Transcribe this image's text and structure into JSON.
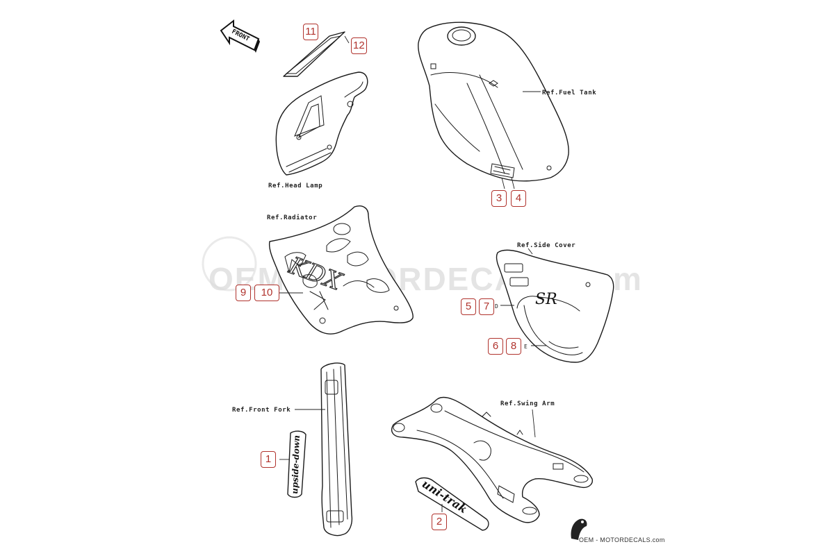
{
  "diagram": {
    "front_label": "FRONT",
    "refs": {
      "head_lamp": "Ref.Head Lamp",
      "fuel_tank": "Ref.Fuel Tank",
      "radiator": "Ref.Radiator",
      "side_cover": "Ref.Side Cover",
      "front_fork": "Ref.Front Fork",
      "swing_arm": "Ref.Swing Arm"
    },
    "decals": {
      "fork": "upside-down",
      "swing_arm": "uni-trak",
      "side_cover": "SR",
      "radiator": "KDX"
    },
    "callouts": [
      "11",
      "12",
      "3",
      "4",
      "9",
      "10",
      "5",
      "7",
      "6",
      "8",
      "1",
      "2"
    ],
    "letters": {
      "d": "D",
      "e": "E"
    },
    "watermark": "OEM-MOTORDECALS.com",
    "footer": "OEM - MOTORDECALS.com"
  },
  "colors": {
    "accent": "#b0322c",
    "line": "#1a1a1a",
    "watermark": "#cfcfcf"
  }
}
